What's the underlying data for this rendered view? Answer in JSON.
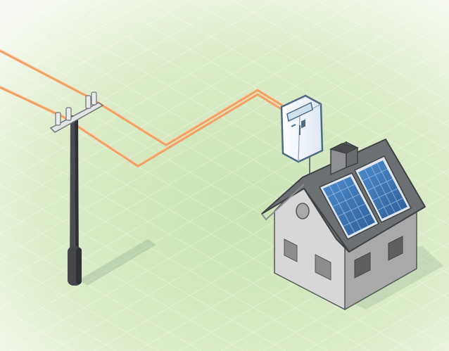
{
  "diagram": {
    "components": {
      "power_lines": {
        "count": 2,
        "color": "#f2a162"
      },
      "utility_pole": {
        "insulators": 4
      },
      "electric_meter": {
        "display_segments": 2
      },
      "house": {
        "roof_color": "#6d7073",
        "wall_color": "#cfcfcf",
        "windows": 4
      },
      "solar_panels": {
        "count": 2,
        "color": "#3f78b5"
      },
      "chimney": {
        "present": true
      }
    }
  }
}
